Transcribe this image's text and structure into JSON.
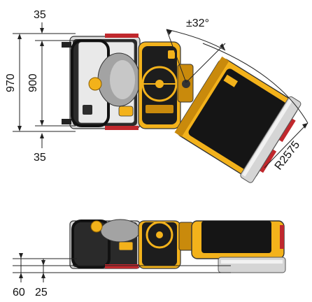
{
  "dimensions": {
    "overhang_top": "35",
    "overhang_bottom": "35",
    "total_width": "970",
    "drum_width": "900",
    "articulation_angle": "±32°",
    "turning_radius": "R2575",
    "ground_clearance": "60",
    "offset": "25"
  },
  "colors": {
    "body_yellow": "#f3b21b",
    "body_yellow_dark": "#c98a0c",
    "frame_black": "#1a1a1a",
    "seat_grey": "#9a9a9a",
    "drum_grey": "#d5d5d5",
    "accent_red": "#c0282d",
    "dim_line": "#222222"
  },
  "icons": {
    "steering_wheel": "steering-wheel-icon",
    "operator_seat": "seat-icon",
    "beacon": "beacon-icon"
  }
}
